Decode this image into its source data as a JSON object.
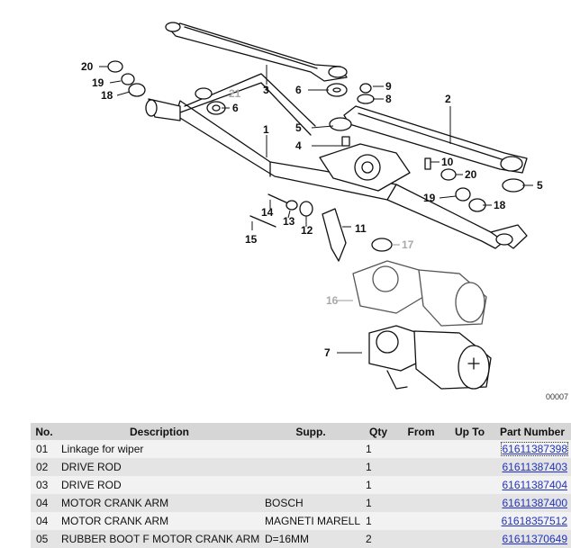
{
  "diagram": {
    "callouts": [
      {
        "id": "c1",
        "text": "1"
      },
      {
        "id": "c2",
        "text": "2"
      },
      {
        "id": "c3",
        "text": "3"
      },
      {
        "id": "c4",
        "text": "4"
      },
      {
        "id": "c5a",
        "text": "5"
      },
      {
        "id": "c5b",
        "text": "5"
      },
      {
        "id": "c6a",
        "text": "6"
      },
      {
        "id": "c6b",
        "text": "6"
      },
      {
        "id": "c7",
        "text": "7"
      },
      {
        "id": "c8",
        "text": "8"
      },
      {
        "id": "c9",
        "text": "9"
      },
      {
        "id": "c10",
        "text": "10"
      },
      {
        "id": "c11",
        "text": "11"
      },
      {
        "id": "c12",
        "text": "12"
      },
      {
        "id": "c13",
        "text": "13"
      },
      {
        "id": "c14",
        "text": "14"
      },
      {
        "id": "c15",
        "text": "15"
      },
      {
        "id": "c16",
        "text": "16"
      },
      {
        "id": "c17",
        "text": "17"
      },
      {
        "id": "c18a",
        "text": "18"
      },
      {
        "id": "c18b",
        "text": "18"
      },
      {
        "id": "c19a",
        "text": "19"
      },
      {
        "id": "c19b",
        "text": "19"
      },
      {
        "id": "c20a",
        "text": "20"
      },
      {
        "id": "c20b",
        "text": "20"
      },
      {
        "id": "c21",
        "text": "21"
      }
    ],
    "reference_code": "00007"
  },
  "table": {
    "headers": [
      "No.",
      "Description",
      "Supp.",
      "Qty",
      "From",
      "Up To",
      "Part Number"
    ],
    "rows": [
      {
        "no": "01",
        "description": "Linkage for wiper",
        "supp": "",
        "qty": "1",
        "from": "",
        "up_to": "",
        "part_number": "61611387398"
      },
      {
        "no": "02",
        "description": "DRIVE ROD",
        "supp": "",
        "qty": "1",
        "from": "",
        "up_to": "",
        "part_number": "61611387403"
      },
      {
        "no": "03",
        "description": "DRIVE ROD",
        "supp": "",
        "qty": "1",
        "from": "",
        "up_to": "",
        "part_number": "61611387404"
      },
      {
        "no": "04",
        "description": "MOTOR CRANK ARM",
        "supp": "BOSCH",
        "qty": "1",
        "from": "",
        "up_to": "",
        "part_number": "61611387400"
      },
      {
        "no": "04",
        "description": "MOTOR CRANK ARM",
        "supp": "MAGNETI MARELLI",
        "qty": "1",
        "from": "",
        "up_to": "",
        "part_number": "61618357512"
      },
      {
        "no": "05",
        "description": "RUBBER BOOT F MOTOR CRANK ARM",
        "supp": "D=16MM",
        "qty": "2",
        "from": "",
        "up_to": "",
        "part_number": "61611370649"
      }
    ]
  },
  "colors": {
    "header_bg": "#d6d6d6",
    "row_odd": "#f2f2f2",
    "row_even": "#e4e4e4",
    "link": "#2233bb"
  }
}
